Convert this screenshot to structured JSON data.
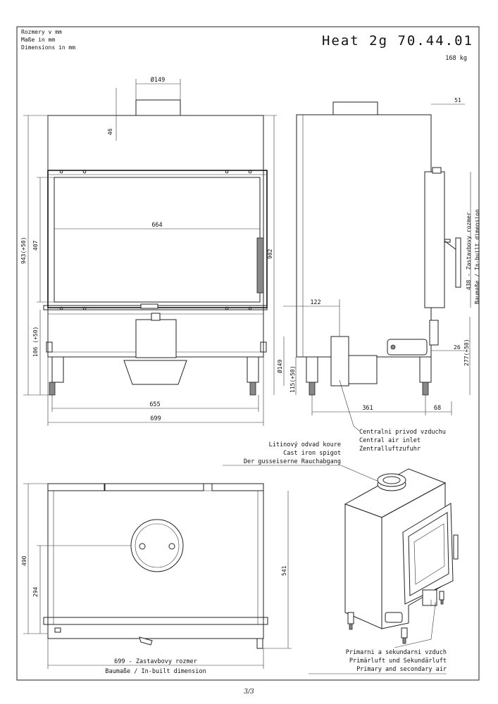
{
  "header": {
    "units_cs": "Rozmery v mm",
    "units_de": "Maße in mm",
    "units_en": "Dimensions in mm",
    "model": "Heat 2g 70.44.01",
    "weight": "168 kg"
  },
  "front_view": {
    "dim_flue_diameter": "Ø149",
    "dim_46": "46",
    "dim_943": "943(+50)",
    "dim_407": "407",
    "dim_664": "664",
    "dim_902": "902",
    "dim_106": "106 (+50)",
    "dim_655": "655",
    "dim_699": "699"
  },
  "side_view": {
    "dim_51": "51",
    "dim_438": "438 - Zastavbovy rozmer",
    "dim_builtin": "Baumaße / In-built dimension",
    "dim_122": "122",
    "dim_149": "Ø149",
    "dim_115": "115(+50)",
    "dim_26": "26",
    "dim_277": "277(+50)",
    "dim_361": "361",
    "dim_68": "68"
  },
  "labels": {
    "central_air_cs": "Centralni privod vzduchu",
    "central_air_en": "Central air inlet",
    "central_air_de": "Zentralluftzufuhr",
    "spigot_cs": "Litinový odvad koure",
    "spigot_en": "Cast iron spigot",
    "spigot_de": "Der gusseiserne Rauchabgang",
    "primary_cs": "Primarni a sekundarni vzduch",
    "primary_de": "Primärluft und Sekundärluft",
    "primary_en": "Primary and secondary air"
  },
  "top_view": {
    "dim_490": "490",
    "dim_294": "294",
    "dim_541": "541",
    "dim_699_cs": "699 - Zastavbovy rozmer",
    "dim_699_de_en": "Baumaße / In-built dimension"
  },
  "footer": {
    "page": "3/3"
  }
}
